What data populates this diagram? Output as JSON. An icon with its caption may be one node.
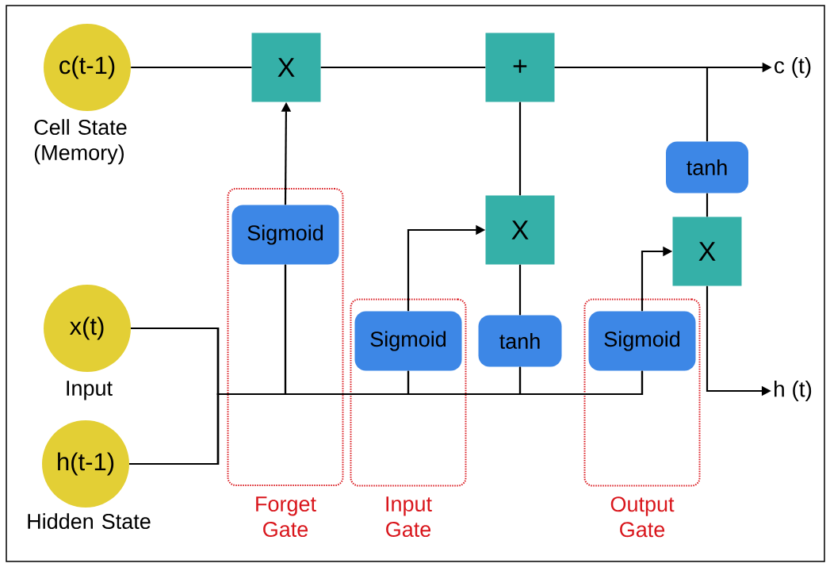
{
  "diagram": {
    "nodes": [
      {
        "text": [
          "c(t-1)"
        ],
        "beside": [
          "Cell State (Memory)"
        ]
      },
      {
        "text": [
          "X"
        ]
      },
      {
        "text": [
          "+"
        ]
      },
      {
        "text": [
          "c (t)"
        ]
      },
      {
        "text": [
          "Forget Gate"
        ]
      },
      {
        "text": [
          "Sigmoid"
        ],
        "in": 4
      },
      {
        "text": [
          "tanh"
        ]
      },
      {
        "text": [
          "X"
        ]
      },
      {
        "text": [
          "X"
        ]
      },
      {
        "text": [
          "x(t)"
        ],
        "beside": [
          "Input"
        ]
      },
      {
        "text": [
          "h(t-1)"
        ],
        "beside": [
          "Hidden State"
        ]
      },
      {
        "text": [
          "Input Gate"
        ]
      },
      {
        "text": [
          "Sigmoid"
        ],
        "in": 11
      },
      {
        "text": [
          "tanh"
        ]
      },
      {
        "text": [
          "Output Gate"
        ]
      },
      {
        "text": [
          "Sigmoid"
        ],
        "in": 14
      },
      {
        "text": [
          "h (t)"
        ]
      }
    ],
    "edges": [
      {
        "from": 0,
        "to": 1,
        "arrow": "none"
      },
      {
        "from": 1,
        "to": 2,
        "arrow": "none"
      },
      {
        "from": 2,
        "to": 3,
        "arrow": "to"
      },
      {
        "from": 2,
        "to": 6,
        "arrow": "none"
      },
      {
        "from": 5,
        "to": 1,
        "arrow": "to"
      },
      {
        "from": 7,
        "to": 2,
        "arrow": "none"
      },
      {
        "from": 6,
        "to": 8,
        "arrow": "none"
      },
      {
        "from": 13,
        "to": 7,
        "arrow": "none"
      },
      {
        "from": 12,
        "to": 7,
        "arrow": "to"
      },
      {
        "from": 15,
        "to": 8,
        "arrow": "to"
      },
      {
        "from": 8,
        "to": 16,
        "arrow": "to"
      },
      {
        "from": 9,
        "to": 5,
        "arrow": "none"
      },
      {
        "from": 9,
        "to": 12,
        "arrow": "none"
      },
      {
        "from": 9,
        "to": 13,
        "arrow": "none"
      },
      {
        "from": 9,
        "to": 15,
        "arrow": "none"
      },
      {
        "from": 10,
        "to": 5,
        "arrow": "none"
      },
      {
        "from": 10,
        "to": 12,
        "arrow": "none"
      },
      {
        "from": 10,
        "to": 13,
        "arrow": "none"
      },
      {
        "from": 10,
        "to": 15,
        "arrow": "none"
      }
    ]
  }
}
